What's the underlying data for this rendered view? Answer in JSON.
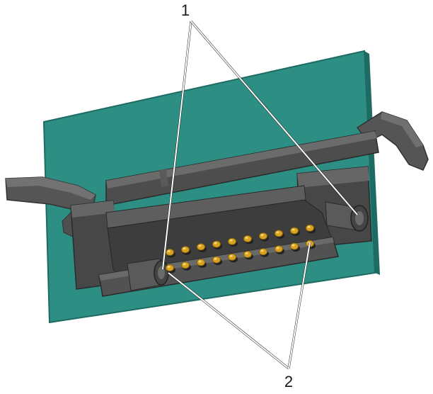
{
  "callouts": [
    {
      "id": "1",
      "label": "1"
    },
    {
      "id": "2",
      "label": "2"
    }
  ],
  "colors": {
    "board": "#2d8f84",
    "board_edge": "#1d6b62",
    "connector": "#4d4d4d",
    "connector_light": "#6b6b6b",
    "connector_dark": "#333333",
    "pin": "#d9a321",
    "leader_line": "#ffffff"
  },
  "icons": [
    "circuit-board",
    "connector-housing",
    "latch-left",
    "latch-right",
    "guide-post",
    "contact-pins"
  ]
}
